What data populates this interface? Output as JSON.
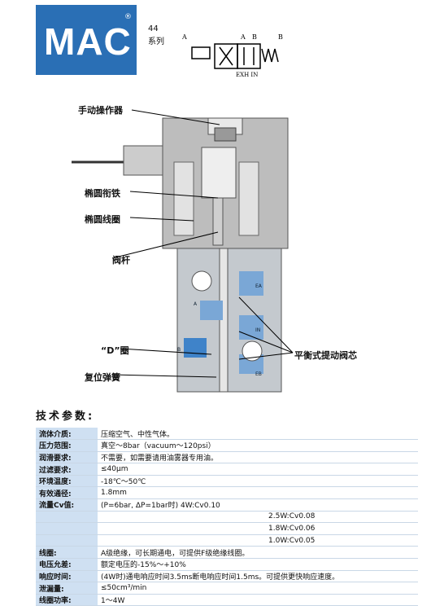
{
  "brand": {
    "logo_text": "MAC",
    "registered": "®",
    "series_number": "44",
    "series_label": "系列"
  },
  "symbol": {
    "port_a": "A",
    "port_b": "B",
    "top_a": "A",
    "top_b": "B",
    "bottom": "EXH IN"
  },
  "callouts": {
    "manual_operator": "手动操作器",
    "oval_armature": "椭圆衔铁",
    "oval_coil": "椭圆线圈",
    "valve_stem": "阀杆",
    "d_ring": "“D”圈",
    "return_spring": "复位弹簧",
    "balanced_poppet": "平衡式提动阀芯"
  },
  "ports": {
    "ea": "EA",
    "a": "A",
    "in": "IN",
    "b": "B",
    "eb": "EB"
  },
  "tech": {
    "title": "技术参数:",
    "rows": [
      {
        "k": "流体介质:",
        "v": "压缩空气、中性气体。"
      },
      {
        "k": "压力范围:",
        "v": "真空～8bar（vacuum～120psi）"
      },
      {
        "k": "润滑要求:",
        "v": "不需要，如需要请用油雾器专用油。"
      },
      {
        "k": "过滤要求:",
        "v": "≤40μm"
      },
      {
        "k": "环境温度:",
        "v": "-18℃～50℃"
      },
      {
        "k": "有效通径:",
        "v": "1.8mm"
      },
      {
        "k": "流量Cv值:",
        "v": "(P=6bar, ΔP=1bar时)       4W:Cv0.10"
      },
      {
        "k": "",
        "v": "2.5W:Cv0.08"
      },
      {
        "k": "",
        "v": "1.8W:Cv0.06"
      },
      {
        "k": "",
        "v": "1.0W:Cv0.05"
      },
      {
        "k": "线圈:",
        "v": "A级绝缘，可长期通电，可提供F级绝缘线圈。"
      },
      {
        "k": "电压允差:",
        "v": "额定电压的-15%～+10%"
      },
      {
        "k": "响应时间:",
        "v": "(4W时)通电响应时间3.5ms断电响应时间1.5ms。可提供更快响应速度。"
      },
      {
        "k": "泄漏量:",
        "v": "≤50cm³/min"
      },
      {
        "k": "线圈功率:",
        "v": "1～4W"
      }
    ]
  }
}
